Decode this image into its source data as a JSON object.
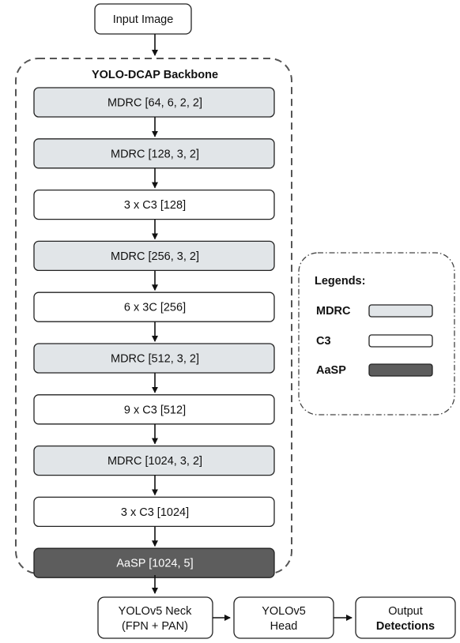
{
  "input": "Input Image",
  "backbone": {
    "title": "YOLO-DCAP Backbone",
    "layers": [
      {
        "label": "MDRC [64, 6, 2, 2]",
        "type": "MDRC"
      },
      {
        "label": "MDRC [128, 3, 2]",
        "type": "MDRC"
      },
      {
        "label": "3 x C3 [128]",
        "type": "C3"
      },
      {
        "label": "MDRC [256, 3, 2]",
        "type": "MDRC"
      },
      {
        "label": "6 x 3C [256]",
        "type": "C3"
      },
      {
        "label": "MDRC [512, 3, 2]",
        "type": "MDRC"
      },
      {
        "label": "9 x C3 [512]",
        "type": "C3"
      },
      {
        "label": "MDRC [1024, 3, 2]",
        "type": "MDRC"
      },
      {
        "label": "3 x C3 [1024]",
        "type": "C3"
      },
      {
        "label": "AaSP [1024, 5]",
        "type": "AaSP"
      }
    ]
  },
  "legend": {
    "title": "Legends:",
    "items": [
      {
        "label": "MDRC",
        "color": "#e1e5e8"
      },
      {
        "label": "C3",
        "color": "#ffffff"
      },
      {
        "label": "AaSP",
        "color": "#5d5d5d"
      }
    ]
  },
  "neck": {
    "line1": "YOLOv5 Neck",
    "line2": "(FPN + PAN)"
  },
  "head": {
    "line1": "YOLOv5",
    "line2": "Head"
  },
  "output": {
    "line1": "Output",
    "line2": "Detections"
  }
}
